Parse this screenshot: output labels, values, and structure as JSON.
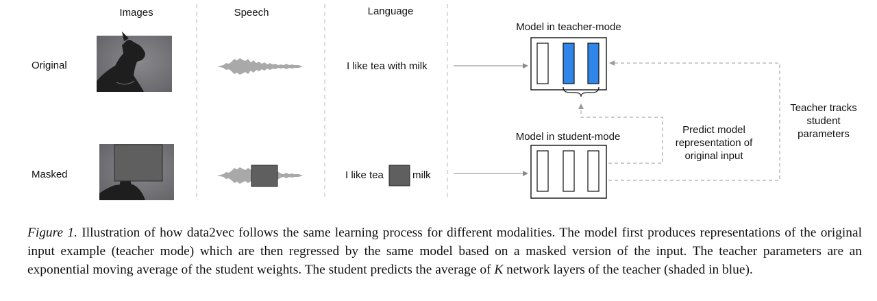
{
  "columns": {
    "images": "Images",
    "speech": "Speech",
    "language": "Language"
  },
  "rows": {
    "original": "Original",
    "masked": "Masked"
  },
  "language": {
    "original_sentence": "I like tea with milk",
    "masked_prefix": "I like tea",
    "masked_suffix": "milk"
  },
  "teacher_model": {
    "title": "Model in teacher-mode"
  },
  "student_model": {
    "title": "Model in student-mode"
  },
  "annotations": {
    "predict": [
      "Predict model",
      "representation of",
      "original input"
    ],
    "tracks": [
      "Teacher tracks",
      "student",
      "parameters"
    ]
  },
  "caption": {
    "figure_label": "Figure 1.",
    "text_before_k": " Illustration of how data2vec follows the same learning process for different modalities. The model first produces representations of the original input example (teacher mode) which are then regressed by the same model based on a masked version of the input. The teacher parameters are an exponential moving average of the student weights. The student predicts the average of ",
    "k_symbol": "K",
    "text_after_k": " network layers of the teacher (shaded in blue)."
  },
  "colors": {
    "teacher_layer_fill": "#2f86e8",
    "mask_fill": "#5f5f5f",
    "waveform": "#a9a9a9",
    "dashed": "#9a9a9a"
  },
  "icons": {
    "dog_image": "dog-photo",
    "waveform": "speech-waveform"
  }
}
